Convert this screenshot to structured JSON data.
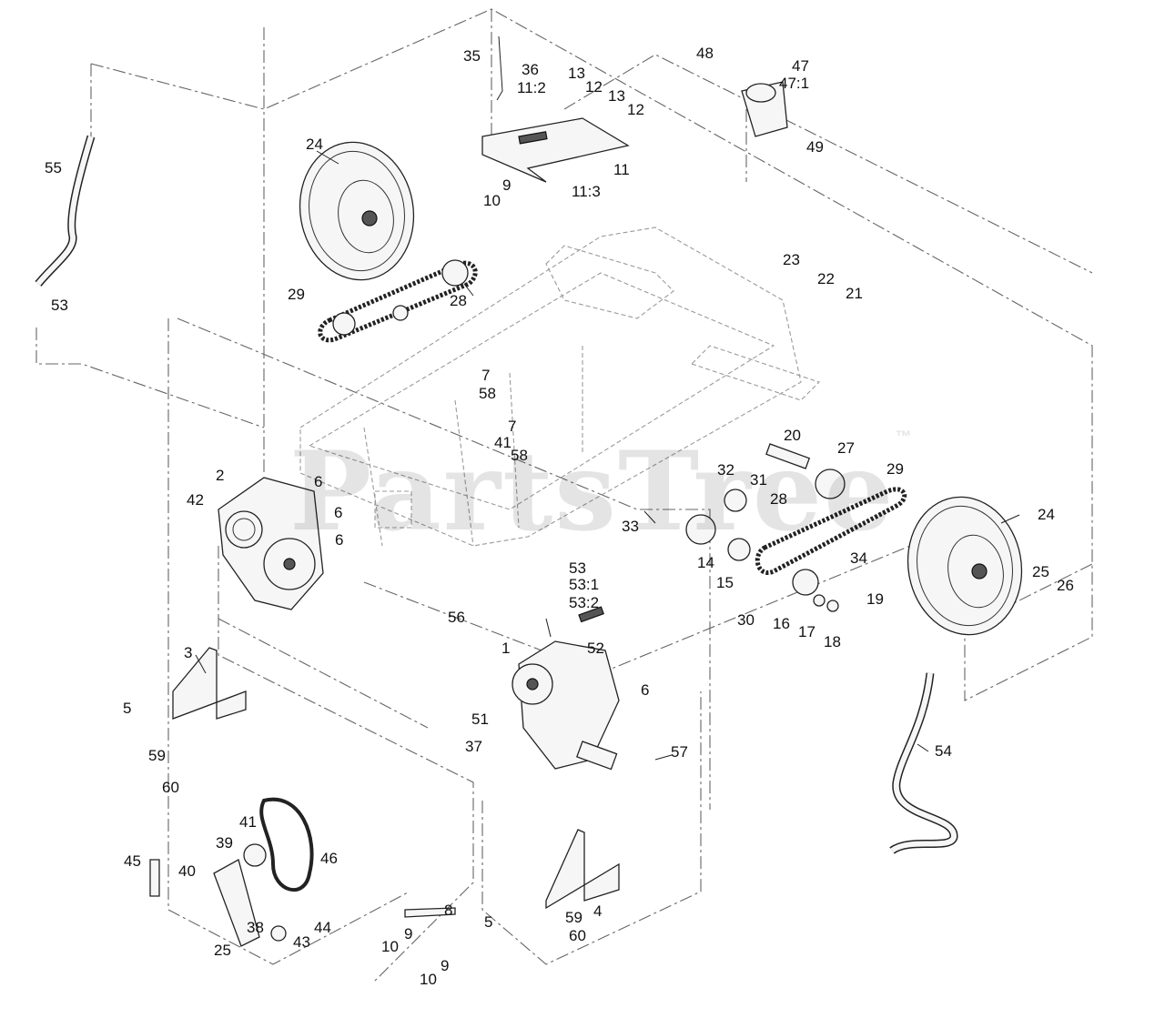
{
  "watermark": {
    "text": "PartsTree",
    "mark": "™"
  },
  "callouts": [
    "35",
    "36",
    "13",
    "11:2",
    "12",
    "13",
    "12",
    "11",
    "11:3",
    "9",
    "10",
    "48",
    "47",
    "47:1",
    "49",
    "24",
    "29",
    "28",
    "23",
    "22",
    "21",
    "55",
    "53",
    "7",
    "58",
    "7",
    "41",
    "58",
    "2",
    "6",
    "42",
    "6",
    "6",
    "20",
    "27",
    "29",
    "32",
    "31",
    "28",
    "24",
    "33",
    "14",
    "15",
    "34",
    "25",
    "26",
    "30",
    "16",
    "17",
    "18",
    "19",
    "53",
    "53:1",
    "53:2",
    "56",
    "1",
    "52",
    "3",
    "5",
    "59",
    "60",
    "51",
    "37",
    "6",
    "57",
    "54",
    "41",
    "39",
    "46",
    "45",
    "40",
    "38",
    "44",
    "43",
    "25",
    "8",
    "9",
    "10",
    "10",
    "9",
    "5",
    "59",
    "4",
    "60"
  ],
  "colors": {
    "line": "#222222",
    "dashed": "#666666",
    "watermark": "#000000"
  }
}
